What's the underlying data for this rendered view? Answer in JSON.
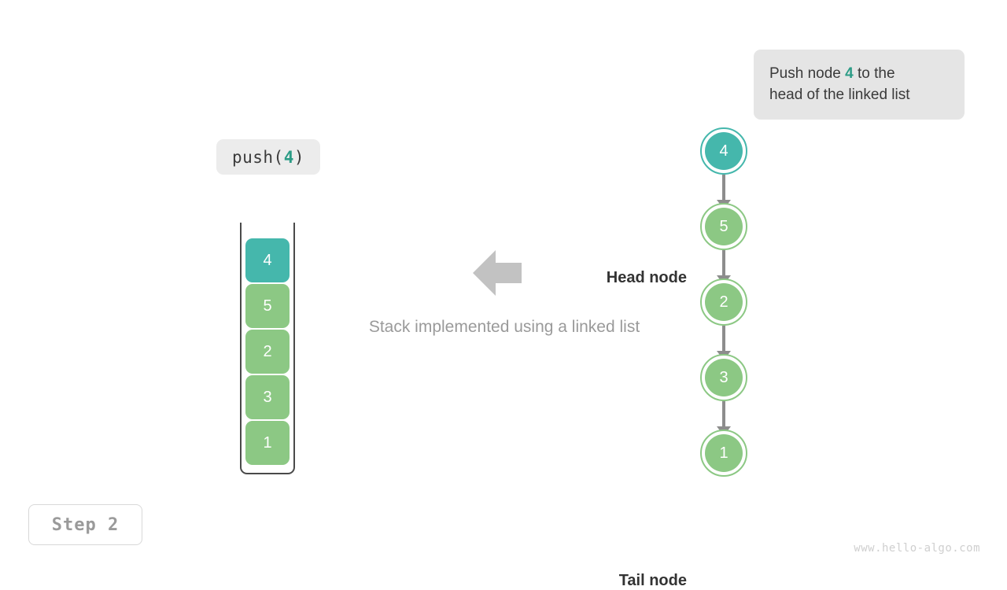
{
  "diagram": {
    "title": "Stack implemented using a linked list",
    "step_label": "Step 2",
    "watermark": "www.hello-algo.com",
    "accent_teal": "#45b7ac",
    "accent_green": "#8cc884",
    "callout_bg": "#e5e5e5"
  },
  "callout": {
    "line1_prefix": "Push node ",
    "line1_value": "4",
    "line1_suffix": " to the",
    "line2": "head of the linked list"
  },
  "operation": {
    "label_prefix": "push(",
    "label_value": "4",
    "label_suffix": ")"
  },
  "stack": {
    "items": [
      {
        "value": "4",
        "color": "teal"
      },
      {
        "value": "5",
        "color": "green"
      },
      {
        "value": "2",
        "color": "green"
      },
      {
        "value": "3",
        "color": "green"
      },
      {
        "value": "1",
        "color": "green"
      }
    ]
  },
  "linked_list": {
    "head_label": "Head node",
    "tail_label": "Tail node",
    "nodes": [
      {
        "value": "4",
        "color": "teal"
      },
      {
        "value": "5",
        "color": "green"
      },
      {
        "value": "2",
        "color": "green"
      },
      {
        "value": "3",
        "color": "green"
      },
      {
        "value": "1",
        "color": "green"
      }
    ]
  },
  "center": {
    "arrow_direction": "left",
    "caption": "Stack implemented using a linked list"
  }
}
